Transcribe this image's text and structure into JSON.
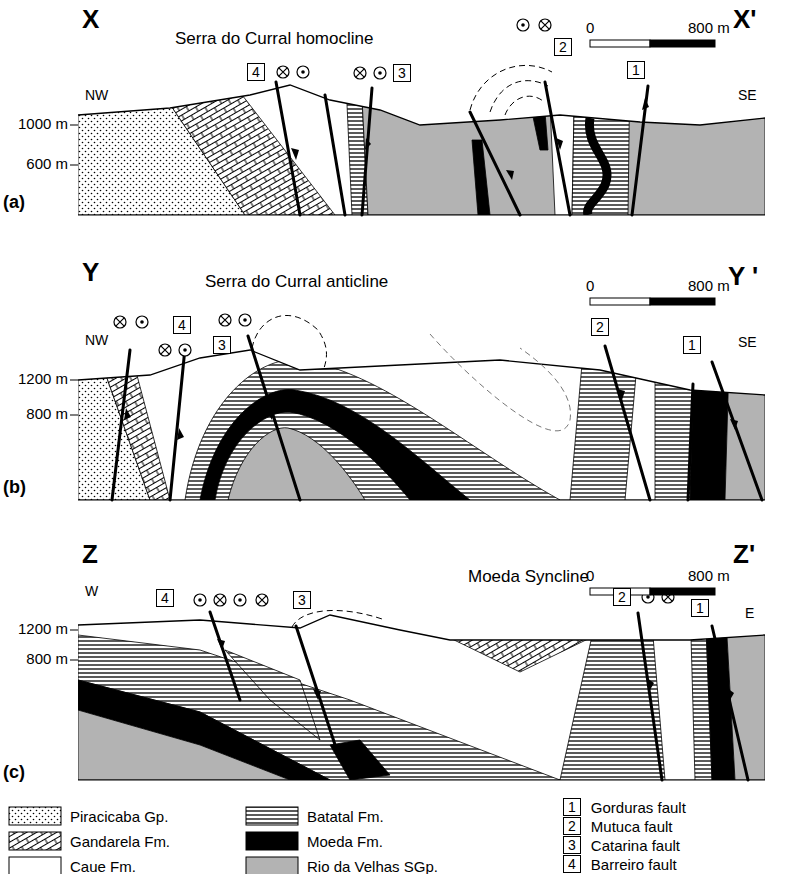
{
  "diagram": {
    "nodes": [
      {
        "text": [
          "4"
        ]
      },
      {
        "text": [
          "3"
        ]
      },
      {
        "text": [
          "2"
        ]
      },
      {
        "text": [
          "1"
        ]
      },
      {
        "text": [
          "4"
        ]
      },
      {
        "text": [
          "3"
        ]
      },
      {
        "text": [
          "2"
        ]
      },
      {
        "text": [
          "1"
        ]
      },
      {
        "text": [
          "4"
        ]
      },
      {
        "text": [
          "3"
        ]
      },
      {
        "text": [
          "2"
        ]
      },
      {
        "text": [
          "1"
        ]
      },
      {
        "text": [
          "1",
          "Gorduras fault"
        ]
      },
      {
        "text": [
          "2",
          "Mutuca fault"
        ]
      },
      {
        "text": [
          "3",
          "Catarina fault"
        ]
      },
      {
        "text": [
          "4",
          "Barreiro fault"
        ]
      }
    ],
    "labels": [
      "X",
      "X'",
      "Serra do Curral homocline",
      "0",
      "800 m",
      "NW",
      "SE",
      "1000 m",
      "600 m",
      "(a)",
      "Y",
      "Y '",
      "Serra do Curral anticline",
      "0",
      "800 m",
      "NW",
      "SE",
      "1200 m",
      "800 m",
      "(b)",
      "Z",
      "Z'",
      "W",
      "Moeda Syncline",
      "0",
      "800 m",
      "E",
      "1200 m",
      "800 m",
      "(c)"
    ],
    "legend": [
      {
        "text": "Piracicaba Gp."
      },
      {
        "text": "Batatal Fm."
      },
      {
        "text": "Gandarela Fm."
      },
      {
        "text": "Moeda Fm.",
        "color": "#000000"
      },
      {
        "text": "Caue Fm.",
        "color": "#ffffff"
      },
      {
        "text": "Rio da Velhas SGp.",
        "color": "#b3b3b3"
      }
    ]
  }
}
